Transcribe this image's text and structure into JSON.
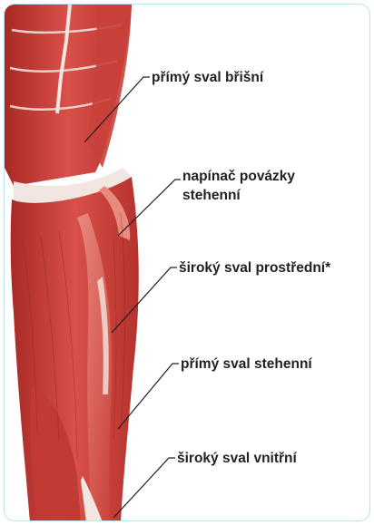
{
  "diagram": {
    "colors": {
      "muscle_dark": "#b5322c",
      "muscle_mid": "#d9504a",
      "muscle_light": "#e98a7e",
      "tendon": "#f2e6e0",
      "leader_line": "#231f20",
      "frame_border": "#bfe3ef"
    },
    "labels": [
      {
        "id": "rectus-abdominis",
        "text": "přímý sval břišní"
      },
      {
        "id": "tensor-fasciae-latae",
        "text": "napínač povázky\nstehenní"
      },
      {
        "id": "vastus-intermedius",
        "text": "široký sval prostřední*"
      },
      {
        "id": "rectus-femoris",
        "text": "přímý sval stehenní"
      },
      {
        "id": "vastus-medialis",
        "text": "široký sval vnitřní"
      }
    ]
  }
}
